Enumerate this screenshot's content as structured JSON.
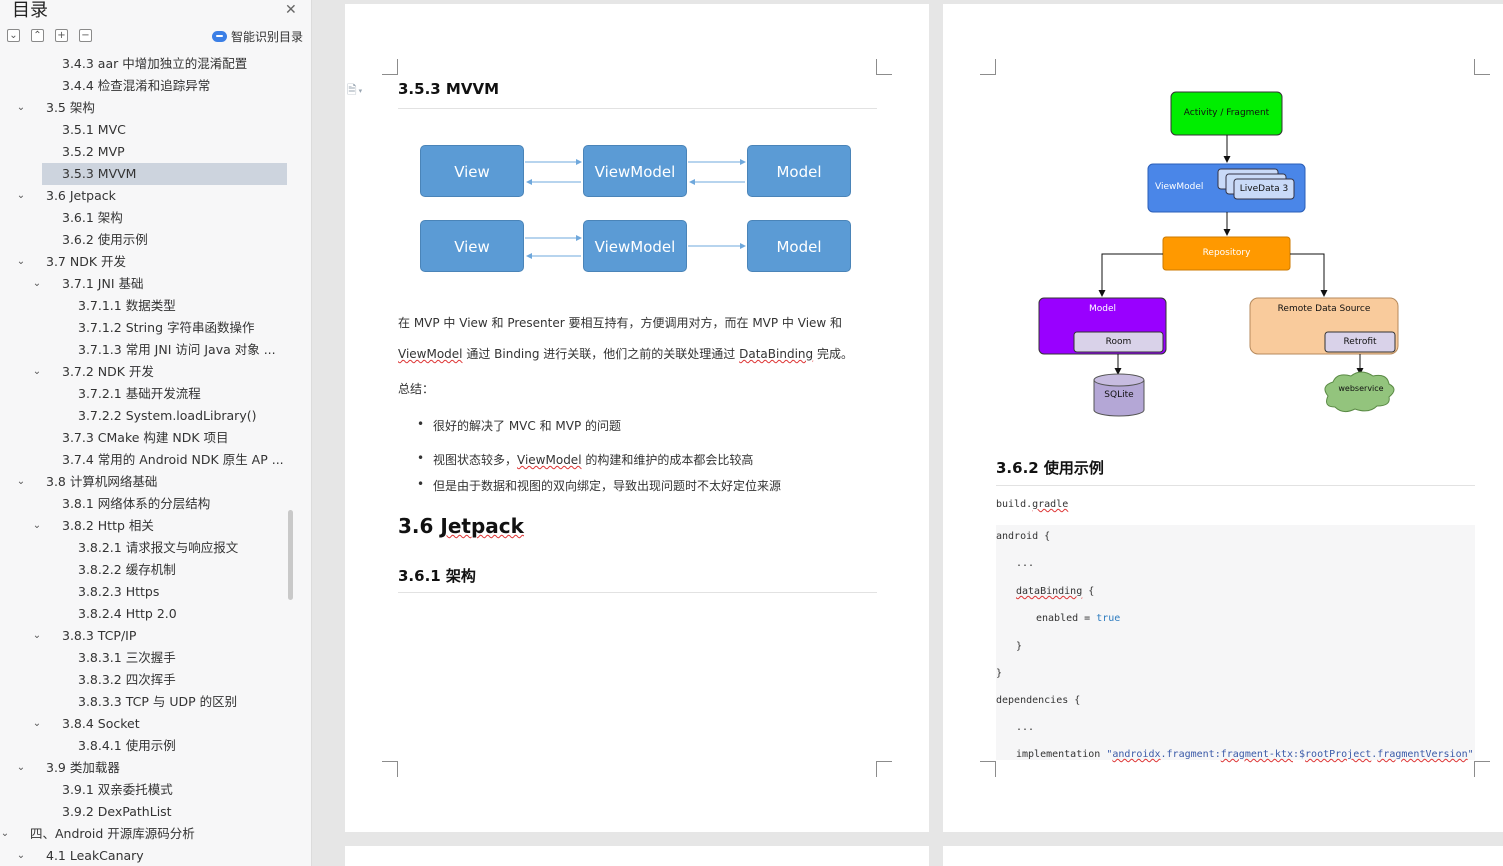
{
  "sidebar": {
    "title": "目录",
    "smart_toc_label": "智能识别目录",
    "toolbar": {
      "collapse_all": "⌄",
      "expand_up": "⌃",
      "expand": "+",
      "collapse": "−"
    },
    "items": [
      {
        "label": "3.4.3 aar 中增加独立的混淆配置",
        "level": 3,
        "chevron": ""
      },
      {
        "label": "3.4.4  检查混淆和追踪异常",
        "level": 3,
        "chevron": ""
      },
      {
        "label": "3.5  架构",
        "level": 2,
        "chevron": "⌄"
      },
      {
        "label": "3.5.1 MVC",
        "level": 3,
        "chevron": ""
      },
      {
        "label": "3.5.2 MVP",
        "level": 3,
        "chevron": ""
      },
      {
        "label": "3.5.3 MVVM",
        "level": 3,
        "chevron": "",
        "active": true
      },
      {
        "label": "3.6 Jetpack",
        "level": 2,
        "chevron": "⌄"
      },
      {
        "label": "3.6.1  架构",
        "level": 3,
        "chevron": ""
      },
      {
        "label": "3.6.2  使用示例",
        "level": 3,
        "chevron": ""
      },
      {
        "label": "3.7 NDK  开发",
        "level": 2,
        "chevron": "⌄"
      },
      {
        "label": "3.7.1 JNI  基础",
        "level": 3,
        "chevron": "⌄"
      },
      {
        "label": "3.7.1.1  数据类型",
        "level": 4,
        "chevron": ""
      },
      {
        "label": "3.7.1.2 String  字符串函数操作",
        "level": 4,
        "chevron": ""
      },
      {
        "label": "3.7.1.3  常用  JNI  访问  Java  对象 ...",
        "level": 4,
        "chevron": ""
      },
      {
        "label": "3.7.2 NDK  开发",
        "level": 3,
        "chevron": "⌄"
      },
      {
        "label": "3.7.2.1  基础开发流程",
        "level": 4,
        "chevron": ""
      },
      {
        "label": "3.7.2.2 System.loadLibrary()",
        "level": 4,
        "chevron": ""
      },
      {
        "label": "3.7.3 CMake  构建  NDK  项目",
        "level": 3,
        "chevron": ""
      },
      {
        "label": "3.7.4  常用的  Android NDK  原生  AP ...",
        "level": 3,
        "chevron": ""
      },
      {
        "label": "3.8  计算机网络基础",
        "level": 2,
        "chevron": "⌄"
      },
      {
        "label": "3.8.1  网络体系的分层结构",
        "level": 3,
        "chevron": ""
      },
      {
        "label": "3.8.2 Http  相关",
        "level": 3,
        "chevron": "⌄"
      },
      {
        "label": "3.8.2.1  请求报文与响应报文",
        "level": 4,
        "chevron": ""
      },
      {
        "label": "3.8.2.2  缓存机制",
        "level": 4,
        "chevron": ""
      },
      {
        "label": "3.8.2.3 Https",
        "level": 4,
        "chevron": ""
      },
      {
        "label": "3.8.2.4 Http 2.0",
        "level": 4,
        "chevron": ""
      },
      {
        "label": "3.8.3 TCP/IP",
        "level": 3,
        "chevron": "⌄"
      },
      {
        "label": "3.8.3.1  三次握手",
        "level": 4,
        "chevron": ""
      },
      {
        "label": "3.8.3.2  四次挥手",
        "level": 4,
        "chevron": ""
      },
      {
        "label": "3.8.3.3 TCP  与  UDP  的区别",
        "level": 4,
        "chevron": ""
      },
      {
        "label": "3.8.4 Socket",
        "level": 3,
        "chevron": "⌄"
      },
      {
        "label": "3.8.4.1  使用示例",
        "level": 4,
        "chevron": ""
      },
      {
        "label": "3.9  类加载器",
        "level": 2,
        "chevron": "⌄"
      },
      {
        "label": "3.9.1  双亲委托模式",
        "level": 3,
        "chevron": ""
      },
      {
        "label": "3.9.2 DexPathList",
        "level": 3,
        "chevron": ""
      },
      {
        "label": "四、Android 开源库源码分析",
        "level": 1,
        "chevron": "⌄"
      },
      {
        "label": "4.1 LeakCanary",
        "level": 2,
        "chevron": "⌄"
      }
    ]
  },
  "page1": {
    "heading_mvvm": "3.5.3 MVVM",
    "diagram": {
      "view": "View",
      "viewmodel": "ViewModel",
      "model": "Model"
    },
    "para1": {
      "line1": "在  MVP  中  View  和  Presenter  要相互持有，方便调用对方，而在  MVP  中  View  和",
      "viewmodel_word": "ViewModel",
      "mid": " 通过  Binding  进行关联，他们之前的关联处理通过 ",
      "databinding_word": "DataBinding",
      "end": " 完成。"
    },
    "summary_label": "总结：",
    "bullets": {
      "b1": "很好的解决了  MVC  和  MVP  的问题",
      "b2_pre": "视图状态较多，",
      "b2_word": "ViewModel",
      "b2_post": " 的构建和维护的成本都会比较高",
      "b3": "但是由于数据和视图的双向绑定，导致出现问题时不太好定位来源"
    },
    "heading_jetpack_num": "3.6 ",
    "heading_jetpack_word": "Jetpack",
    "heading_arch": "3.6.1  架构"
  },
  "page2": {
    "arch": {
      "activity": "Activity / Fragment",
      "viewmodel": "ViewModel",
      "livedata": "LiveData 3",
      "repository": "Repository",
      "model": "Model",
      "room": "Room",
      "remote": "Remote Data Source",
      "retrofit": "Retrofit",
      "sqlite": "SQLite",
      "webservice": "webservice"
    },
    "heading_usage": "3.6.2  使用示例",
    "code": {
      "l0a": "build.",
      "l0b": "gradle",
      "l1": "android {",
      "l2": "...",
      "l3a": "dataBinding",
      "l3b": " {",
      "l4a": "enabled = ",
      "l4b": "true",
      "l5": "}",
      "l6": "}",
      "l7": "dependencies {",
      "l8": "...",
      "l9a": "implementation ",
      "l9b": "\"",
      "l9c": "androidx",
      "l9d": ".fragment:",
      "l9e": "fragment-ktx",
      "l9f": ":$",
      "l9g": "rootProject",
      "l9h": ".",
      "l9i": "fragmentVersion",
      "l9j": "\""
    }
  },
  "colors": {
    "mvvm_box": "#5b9bd5",
    "activity": "#00ee00",
    "viewmodel": "#4a86e8",
    "repository": "#ff9900",
    "model": "#9900ff",
    "remote": "#f9cb9c",
    "sqlite": "#b4a7d6",
    "webservice": "#93c47d"
  }
}
